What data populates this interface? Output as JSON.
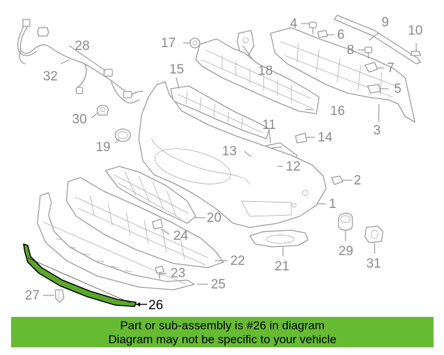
{
  "callouts": {
    "c1": "1",
    "c2": "2",
    "c3": "3",
    "c4": "4",
    "c5": "5",
    "c6": "6",
    "c7": "7",
    "c8": "8",
    "c9": "9",
    "c10": "10",
    "c11": "11",
    "c12": "12",
    "c13": "13",
    "c14": "14",
    "c15": "15",
    "c16": "16",
    "c17": "17",
    "c18": "18",
    "c19": "19",
    "c20": "20",
    "c21": "21",
    "c22": "22",
    "c23": "23",
    "c24": "24",
    "c25": "25",
    "c26": "26",
    "c27": "27",
    "c28": "28",
    "c29": "29",
    "c30": "30",
    "c31": "31",
    "c32": "32"
  },
  "highlight": {
    "part": "26",
    "color": "#66bb33"
  },
  "banner": {
    "line1": "Part or sub-assembly is #26 in diagram",
    "line2": "Diagram may not be specific to your vehicle",
    "background": "#66bb33"
  }
}
